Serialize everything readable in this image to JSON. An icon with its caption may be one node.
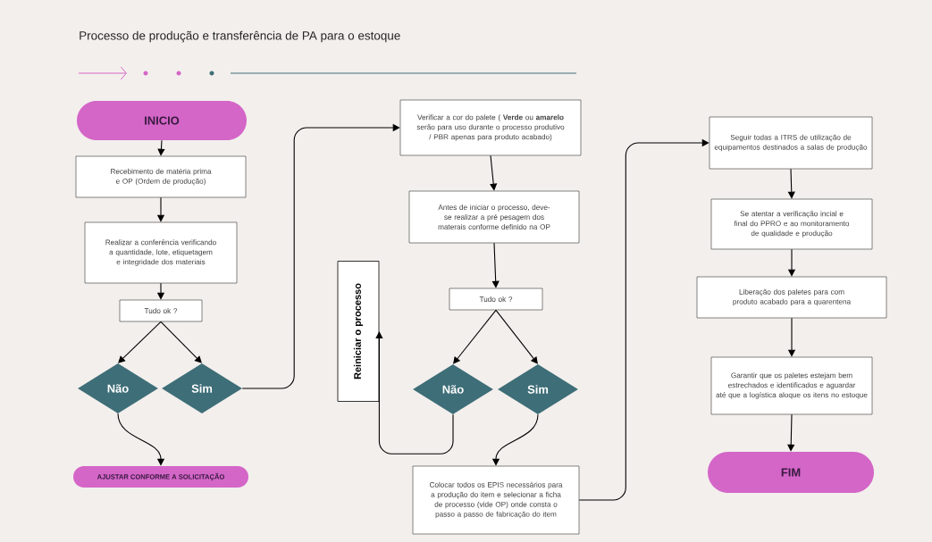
{
  "diagram": {
    "title": "Processo de produção e transferência de PA para o estoque",
    "nodes": [
      {
        "text": [
          "INICIO"
        ]
      },
      {
        "text": [
          "Recebimento de matéria prima e OP (Ordem de produção)"
        ]
      },
      {
        "text": [
          "Realizar a conferência verificando a quantidade, lote, etiquetagem e integridade dos materiais"
        ]
      },
      {
        "text": [
          "Tudo ok ?"
        ]
      },
      {
        "text": [
          "Não"
        ]
      },
      {
        "text": [
          "Sim"
        ]
      },
      {
        "text": [
          "AJUSTAR CONFORME A SOLICITAÇÃO"
        ]
      },
      {
        "text": [
          "Verificar a cor do palete ( **Verde** ou **amarelo** serão para uso durante o processo produtivo / PBR apenas para produto acabado)"
        ]
      },
      {
        "text": [
          "Antes de iniciar o processo, deve-se realizar a pré pesagem dos materais conforme definido na OP"
        ]
      },
      {
        "text": [
          "Tudo ok ?"
        ]
      },
      {
        "text": [
          "Reiniciar o processo"
        ]
      },
      {
        "text": [
          "Não"
        ]
      },
      {
        "text": [
          "Sim"
        ]
      },
      {
        "text": [
          "Colocar todos os EPIS necessários para a produção do item e selecionar a ficha de processo (vide OP) onde consta o passo a passo de fabricação do item"
        ]
      },
      {
        "text": [
          "Seguir todas a ITRS de utilização de equipamentos destinados a salas de produção"
        ]
      },
      {
        "text": [
          "Se atentar a verificação incial e final do PPRO e ao monitoramento de qualidade e produção"
        ]
      },
      {
        "text": [
          "Liberação dos paletes para com produto acabado para a quarentena"
        ]
      },
      {
        "text": [
          "Garantir que os paletes estejam bem estrechados e identificados e aguardar até que a logística aloque os itens no estoque"
        ]
      },
      {
        "text": [
          "FIM"
        ]
      }
    ],
    "edges": [
      {
        "from": 0,
        "to": 1,
        "arrow": "to"
      },
      {
        "from": 1,
        "to": 2,
        "arrow": "to"
      },
      {
        "from": 2,
        "to": 3,
        "arrow": "to"
      },
      {
        "from": 3,
        "to": 4,
        "arrow": "to"
      },
      {
        "from": 3,
        "to": 5,
        "arrow": "to"
      },
      {
        "from": 4,
        "to": 6,
        "arrow": "to"
      },
      {
        "from": 5,
        "to": 7,
        "arrow": "to"
      },
      {
        "from": 7,
        "to": 8,
        "arrow": "to"
      },
      {
        "from": 8,
        "to": 9,
        "arrow": "to"
      },
      {
        "from": 9,
        "to": 11,
        "arrow": "to"
      },
      {
        "from": 9,
        "to": 12,
        "arrow": "to"
      },
      {
        "from": 11,
        "to": 10,
        "arrow": "to"
      },
      {
        "from": 12,
        "to": 13,
        "arrow": "to"
      },
      {
        "from": 13,
        "to": 14,
        "arrow": "to"
      },
      {
        "from": 14,
        "to": 15,
        "arrow": "to"
      },
      {
        "from": 15,
        "to": 16,
        "arrow": "to"
      },
      {
        "from": 16,
        "to": 17,
        "arrow": "to"
      },
      {
        "from": 17,
        "to": 18,
        "arrow": "to"
      }
    ]
  }
}
